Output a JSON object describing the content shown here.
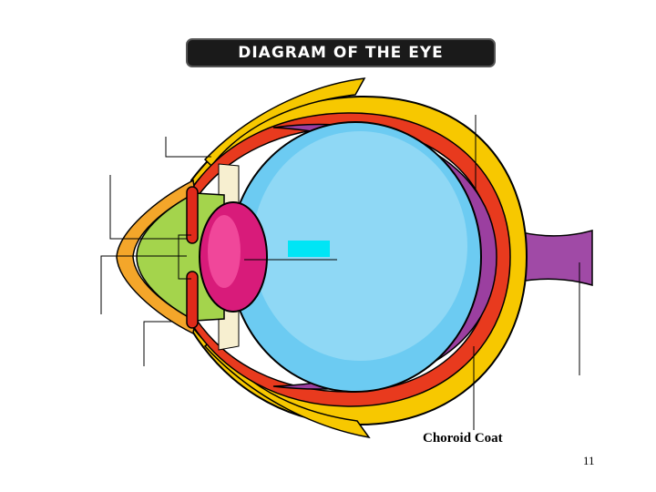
{
  "title": "DIAGRAM OF THE EYE",
  "labels": {
    "choroid": "Choroid Coat"
  },
  "page_number": "11",
  "colors": {
    "sclera": "#f7c800",
    "cornea": "#f4a62a",
    "choroid": "#e83a1e",
    "retina": "#9b3fa0",
    "vitreous": "#6ccbf2",
    "vitreous_inner": "#8fd8f5",
    "aqueous": "#a4d44c",
    "lens": "#d81b7a",
    "iris": "#e02a1a",
    "optic_nerve": "#a04aa6",
    "label_box": "#00e5f5"
  }
}
